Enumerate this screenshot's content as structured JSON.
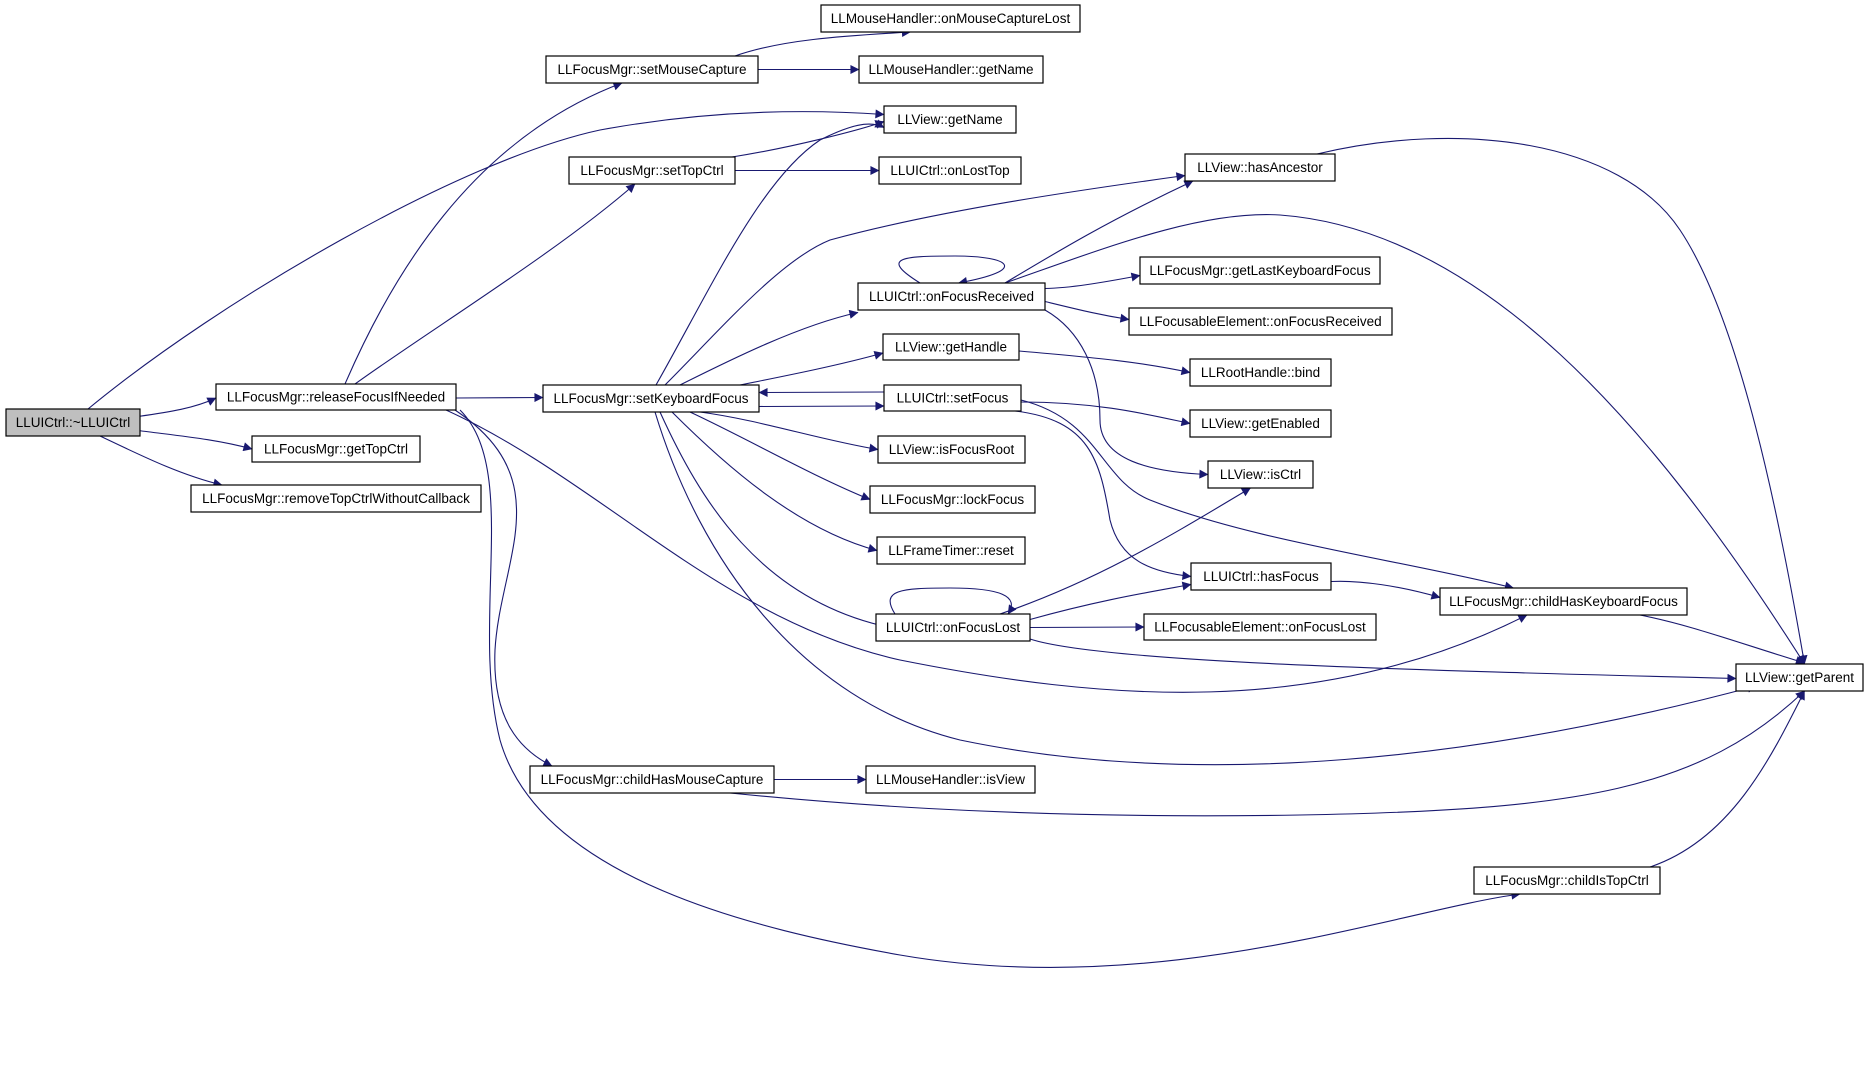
{
  "colors": {
    "edge": "#191970",
    "node_border": "#000000",
    "root_fill": "#bfbfbf",
    "node_fill": "#ffffff"
  },
  "nodes": [
    {
      "id": "n0",
      "label": "LLUICtrl::~LLUICtrl",
      "root": true
    },
    {
      "id": "n1",
      "label": "LLFocusMgr::releaseFocusIfNeeded"
    },
    {
      "id": "n2",
      "label": "LLFocusMgr::getTopCtrl"
    },
    {
      "id": "n3",
      "label": "LLFocusMgr::removeTopCtrlWithoutCallback"
    },
    {
      "id": "n4",
      "label": "LLView::getName"
    },
    {
      "id": "n5",
      "label": "LLFocusMgr::setMouseCapture"
    },
    {
      "id": "n6",
      "label": "LLMouseHandler::onMouseCaptureLost"
    },
    {
      "id": "n7",
      "label": "LLMouseHandler::getName"
    },
    {
      "id": "n8",
      "label": "LLFocusMgr::setTopCtrl"
    },
    {
      "id": "n9",
      "label": "LLUICtrl::onLostTop"
    },
    {
      "id": "n10",
      "label": "LLFocusMgr::setKeyboardFocus"
    },
    {
      "id": "n11",
      "label": "LLView::hasAncestor"
    },
    {
      "id": "n12",
      "label": "LLUICtrl::onFocusReceived"
    },
    {
      "id": "n13",
      "label": "LLFocusMgr::getLastKeyboardFocus"
    },
    {
      "id": "n14",
      "label": "LLFocusableElement::onFocusReceived"
    },
    {
      "id": "n15",
      "label": "LLView::getHandle"
    },
    {
      "id": "n16",
      "label": "LLRootHandle::bind"
    },
    {
      "id": "n17",
      "label": "LLUICtrl::setFocus"
    },
    {
      "id": "n18",
      "label": "LLView::getEnabled"
    },
    {
      "id": "n19",
      "label": "LLView::isFocusRoot"
    },
    {
      "id": "n20",
      "label": "LLView::isCtrl"
    },
    {
      "id": "n21",
      "label": "LLFocusMgr::lockFocus"
    },
    {
      "id": "n22",
      "label": "LLFrameTimer::reset"
    },
    {
      "id": "n23",
      "label": "LLUICtrl::hasFocus"
    },
    {
      "id": "n24",
      "label": "LLFocusMgr::childHasKeyboardFocus"
    },
    {
      "id": "n25",
      "label": "LLUICtrl::onFocusLost"
    },
    {
      "id": "n26",
      "label": "LLFocusableElement::onFocusLost"
    },
    {
      "id": "n27",
      "label": "LLView::getParent"
    },
    {
      "id": "n28",
      "label": "LLFocusMgr::childHasMouseCapture"
    },
    {
      "id": "n29",
      "label": "LLMouseHandler::isView"
    },
    {
      "id": "n30",
      "label": "LLFocusMgr::childIsTopCtrl"
    }
  ],
  "edges": [
    {
      "from": "n0",
      "to": "n1"
    },
    {
      "from": "n0",
      "to": "n2"
    },
    {
      "from": "n0",
      "to": "n3"
    },
    {
      "from": "n0",
      "to": "n4"
    },
    {
      "from": "n1",
      "to": "n5"
    },
    {
      "from": "n1",
      "to": "n8"
    },
    {
      "from": "n1",
      "to": "n10"
    },
    {
      "from": "n1",
      "to": "n24"
    },
    {
      "from": "n1",
      "to": "n28"
    },
    {
      "from": "n1",
      "to": "n30"
    },
    {
      "from": "n5",
      "to": "n6"
    },
    {
      "from": "n5",
      "to": "n7"
    },
    {
      "from": "n8",
      "to": "n4"
    },
    {
      "from": "n8",
      "to": "n9"
    },
    {
      "from": "n10",
      "to": "n4"
    },
    {
      "from": "n10",
      "to": "n11"
    },
    {
      "from": "n10",
      "to": "n12"
    },
    {
      "from": "n10",
      "to": "n15"
    },
    {
      "from": "n10",
      "to": "n17"
    },
    {
      "from": "n10",
      "to": "n19"
    },
    {
      "from": "n10",
      "to": "n21"
    },
    {
      "from": "n10",
      "to": "n22"
    },
    {
      "from": "n10",
      "to": "n25"
    },
    {
      "from": "n10",
      "to": "n27"
    },
    {
      "from": "n11",
      "to": "n27"
    },
    {
      "from": "n12",
      "to": "n12"
    },
    {
      "from": "n12",
      "to": "n11"
    },
    {
      "from": "n12",
      "to": "n13"
    },
    {
      "from": "n12",
      "to": "n14"
    },
    {
      "from": "n12",
      "to": "n20"
    },
    {
      "from": "n12",
      "to": "n27"
    },
    {
      "from": "n15",
      "to": "n16"
    },
    {
      "from": "n17",
      "to": "n10"
    },
    {
      "from": "n17",
      "to": "n18"
    },
    {
      "from": "n17",
      "to": "n23"
    },
    {
      "from": "n17",
      "to": "n24"
    },
    {
      "from": "n23",
      "to": "n24"
    },
    {
      "from": "n24",
      "to": "n27"
    },
    {
      "from": "n25",
      "to": "n25"
    },
    {
      "from": "n25",
      "to": "n20"
    },
    {
      "from": "n25",
      "to": "n23"
    },
    {
      "from": "n25",
      "to": "n26"
    },
    {
      "from": "n25",
      "to": "n27"
    },
    {
      "from": "n28",
      "to": "n29"
    },
    {
      "from": "n28",
      "to": "n27"
    },
    {
      "from": "n30",
      "to": "n27"
    }
  ]
}
